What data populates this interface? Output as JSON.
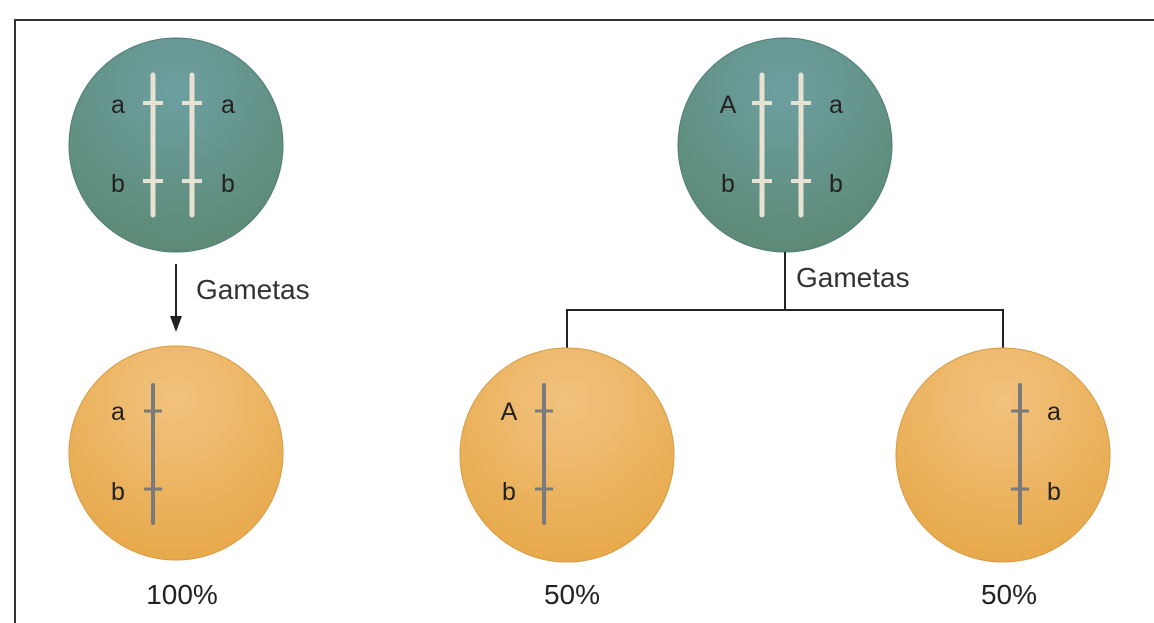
{
  "colors": {
    "parent_cell": "#5f9692",
    "gamete_cell": "#ecb25c",
    "parent_chromosome": "#ece4d4",
    "gamete_chromosome": "#787878",
    "line": "#222222"
  },
  "parents": [
    {
      "chromosome_pair": {
        "left_alleles": [
          "a",
          "b"
        ],
        "right_alleles": [
          "a",
          "b"
        ]
      }
    },
    {
      "chromosome_pair": {
        "left_alleles": [
          "A",
          "b"
        ],
        "right_alleles": [
          "a",
          "b"
        ]
      }
    }
  ],
  "arrow_label": "Gametas",
  "gametes": [
    {
      "alleles": [
        "a",
        "b"
      ],
      "percentage": "100%"
    },
    {
      "alleles": [
        "A",
        "b"
      ],
      "percentage": "50%"
    },
    {
      "alleles": [
        "a",
        "b"
      ],
      "percentage": "50%"
    }
  ]
}
